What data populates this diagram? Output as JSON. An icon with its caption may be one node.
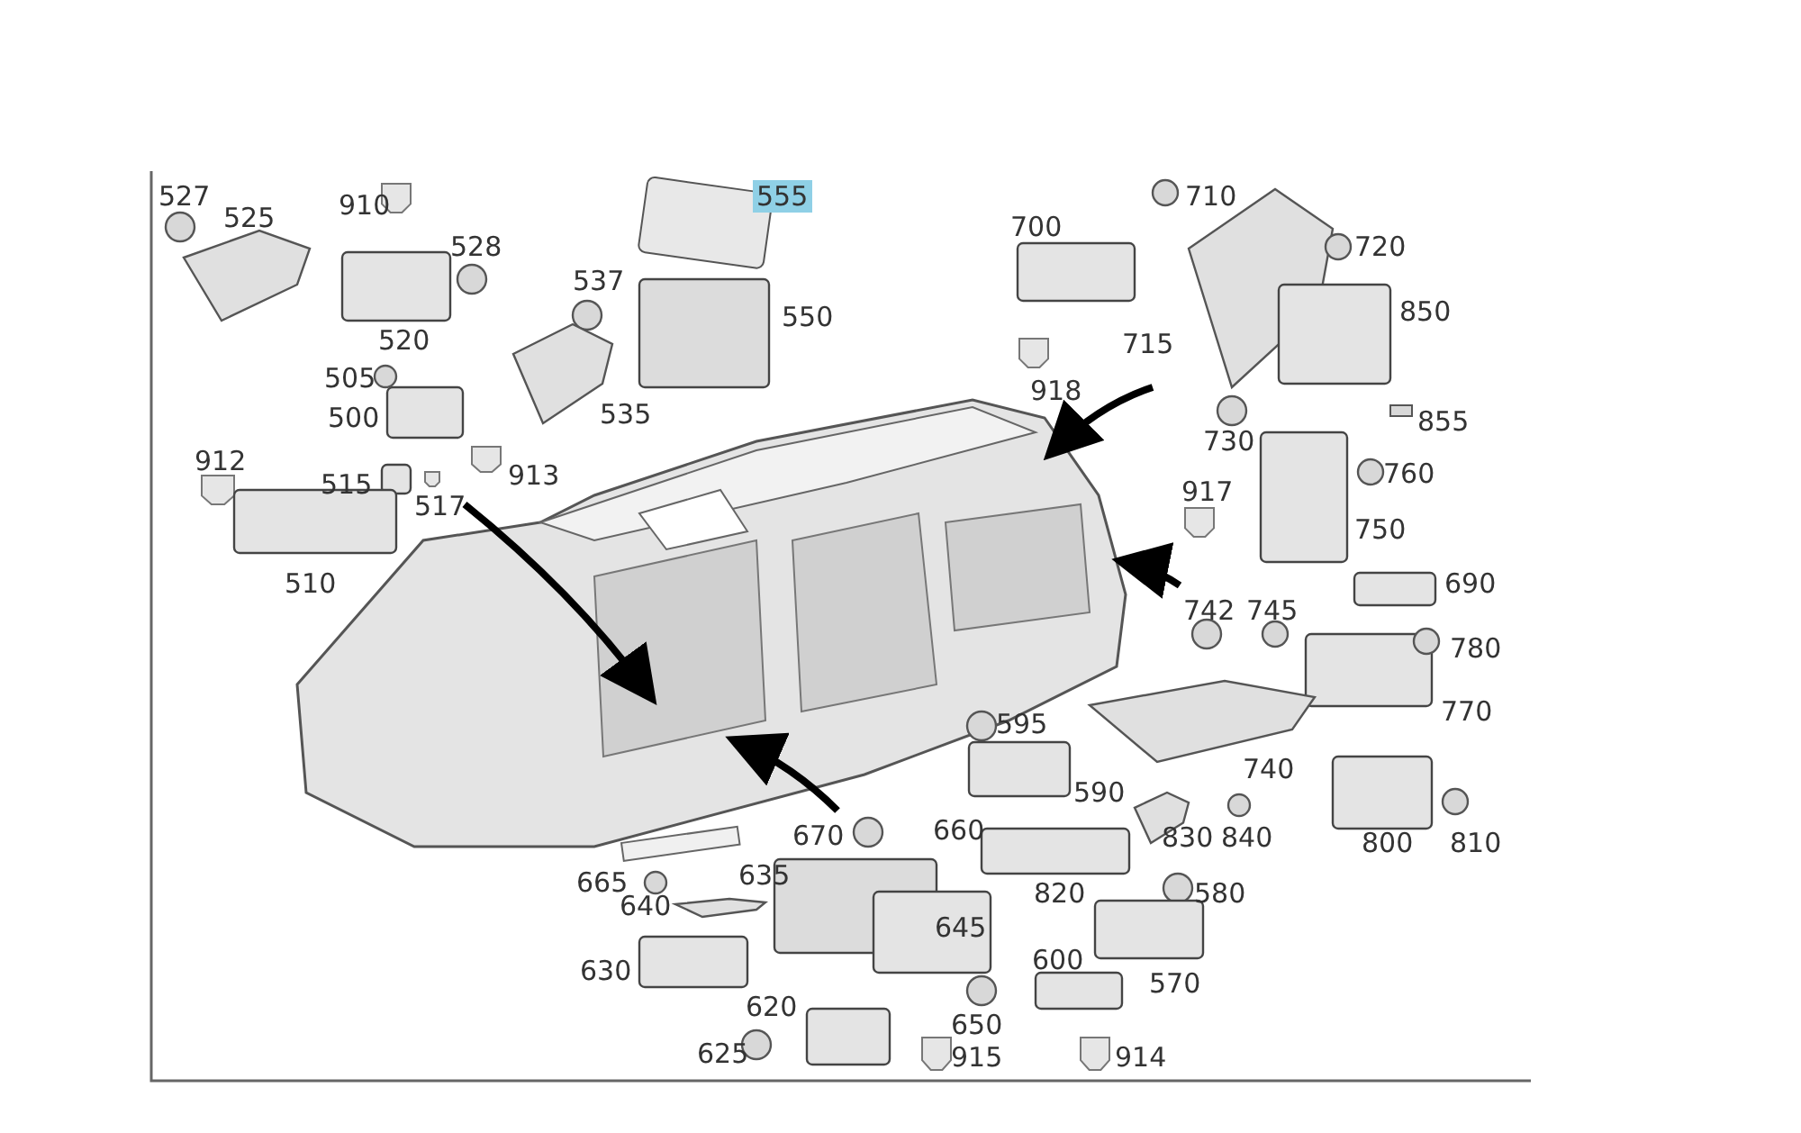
{
  "diagram": {
    "labels": [
      "527",
      "525",
      "910",
      "555",
      "710",
      "528",
      "720",
      "700",
      "537",
      "550",
      "850",
      "520",
      "715",
      "505",
      "918",
      "500",
      "535",
      "730",
      "855",
      "912",
      "913",
      "760",
      "515",
      "917",
      "517",
      "750",
      "510",
      "690",
      "742",
      "745",
      "780",
      "770",
      "595",
      "740",
      "590",
      "670",
      "660",
      "830",
      "840",
      "800",
      "810",
      "665",
      "635",
      "820",
      "580",
      "640",
      "645",
      "630",
      "570",
      "600",
      "620",
      "650",
      "625",
      "915",
      "914"
    ]
  }
}
